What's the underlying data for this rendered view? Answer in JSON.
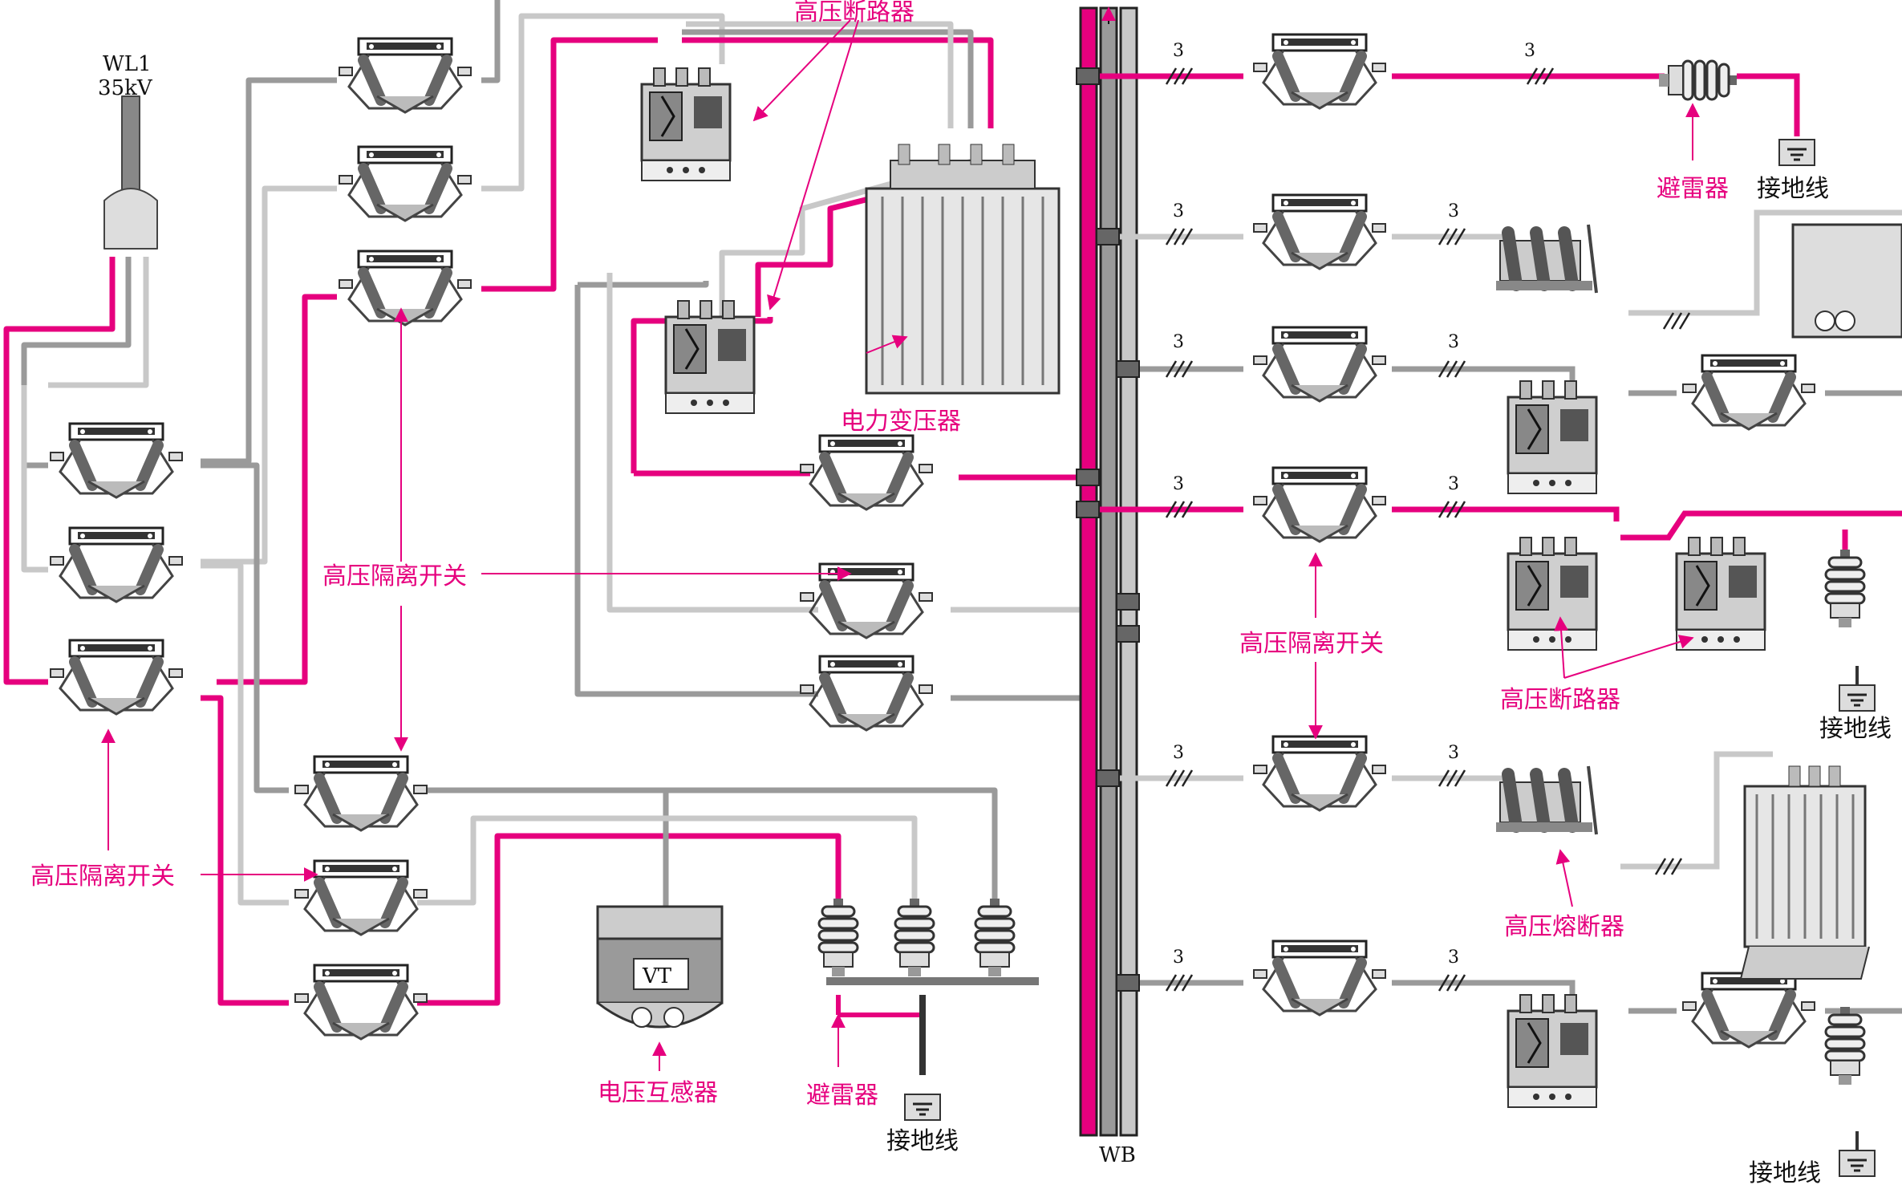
{
  "colors": {
    "phase_a": "#e6007e",
    "phase_b": "#9a9a9a",
    "phase_c": "#c8c8c8",
    "label": "#e6007e",
    "text_dark": "#111111"
  },
  "labels": {
    "source_name": "WL1",
    "source_voltage": "35kV",
    "busbar": "WB",
    "power_transformer": "电力变压器",
    "hv_breaker_top": "高压断路器",
    "hv_breaker_right": "高压断路器",
    "isolator_left_upper": "高压隔离开关",
    "isolator_left_lower": "高压隔离开关",
    "isolator_right": "高压隔离开关",
    "voltage_transformer": "电压互感器",
    "vt_plate": "VT",
    "arrester_bottom": "避雷器",
    "arrester_top_right": "避雷器",
    "ground_bottom": "接地线",
    "ground_top_right": "接地线",
    "ground_right_mid": "接地线",
    "ground_right_bottom": "接地线",
    "hv_fuse": "高压熔断器",
    "feeder_count": "3"
  }
}
